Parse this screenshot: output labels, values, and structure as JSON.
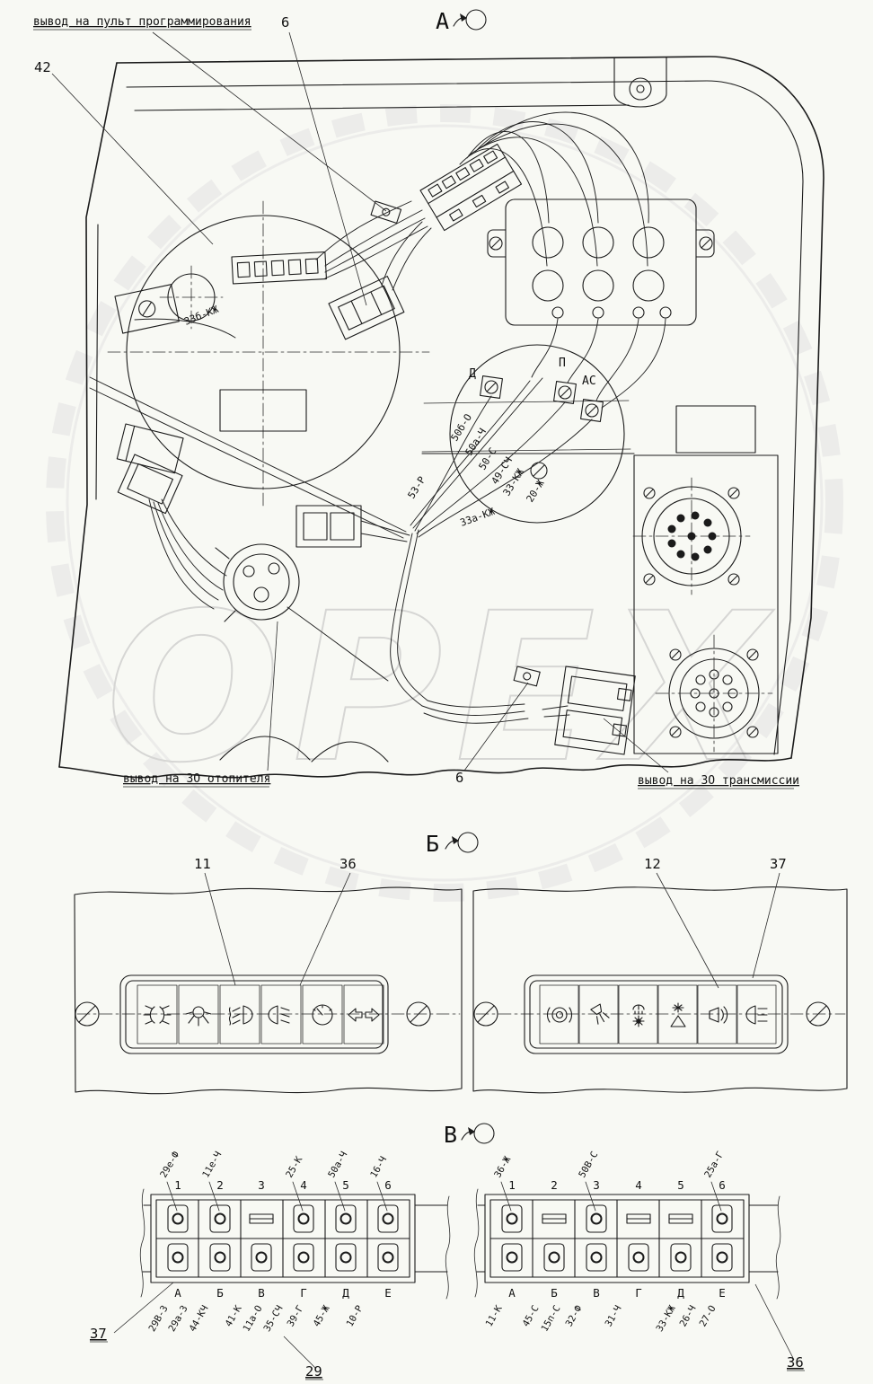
{
  "watermark": {
    "text": "ОРЕХ"
  },
  "view_a": {
    "title": "А",
    "callout_programming": "вывод на пульт программирования",
    "callout_item6_top": "6",
    "callout_item42": "42",
    "callout_heater": "вывод на ЗО отопителя",
    "callout_item6_bottom": "6",
    "callout_transmission": "вывод на ЗО трансмиссии",
    "terminal_d": "Д",
    "terminal_p": "П",
    "terminal_as": "АС",
    "wires": {
      "w33b_kzh": "33б-КЖ",
      "w53_r": "53-Р",
      "w50b_o": "50б-О",
      "w50a_ch": "50а-Ч",
      "w50_s": "50-С",
      "w49_sch": "49-СЧ",
      "w33_kzh": "33-КЖ",
      "w20_zh": "20-Ж",
      "w33a_kzh": "33а-КЖ"
    }
  },
  "view_b": {
    "title": "Б",
    "left_panel": {
      "callout_11": "11",
      "callout_36": "36",
      "icons": [
        "position-lights",
        "work-light",
        "front-fog-light",
        "low-beam-headlight",
        "instrument-gauge",
        "turn-signals"
      ]
    },
    "right_panel": {
      "callout_12": "12",
      "callout_37": "37",
      "icons": [
        "brake-warning",
        "rear-work-light",
        "heater-washer",
        "fan-hazard",
        "horn",
        "high-beam-headlight"
      ]
    }
  },
  "view_v": {
    "title": "В",
    "left_block": {
      "callout_37": "37",
      "callout_29": "29",
      "numbers": [
        "1",
        "2",
        "3",
        "4",
        "5",
        "6"
      ],
      "letters": [
        "А",
        "Б",
        "В",
        "Г",
        "Д",
        "Е"
      ],
      "top_tags": [
        "29е-Ф",
        "11е-Ч",
        "25-К",
        "50а-Ч",
        "16-Ч"
      ],
      "bottom_tags": [
        "29В-З",
        "29а-З",
        "44-КЧ",
        "41-К",
        "11а-О",
        "35-СЧ",
        "39-Г",
        "45-Ж",
        "10-Р"
      ]
    },
    "right_block": {
      "callout_36": "36",
      "numbers": [
        "1",
        "2",
        "3",
        "4",
        "5",
        "6"
      ],
      "letters": [
        "А",
        "Б",
        "В",
        "Г",
        "Д",
        "Е"
      ],
      "top_tags": [
        "36-Ж",
        "50В-С",
        "25а-Г"
      ],
      "bottom_tags": [
        "11-К",
        "45-С",
        "15п-С",
        "32-Ф",
        "31-Ч",
        "33-КЖ",
        "26-Ч",
        "27-О"
      ]
    }
  }
}
